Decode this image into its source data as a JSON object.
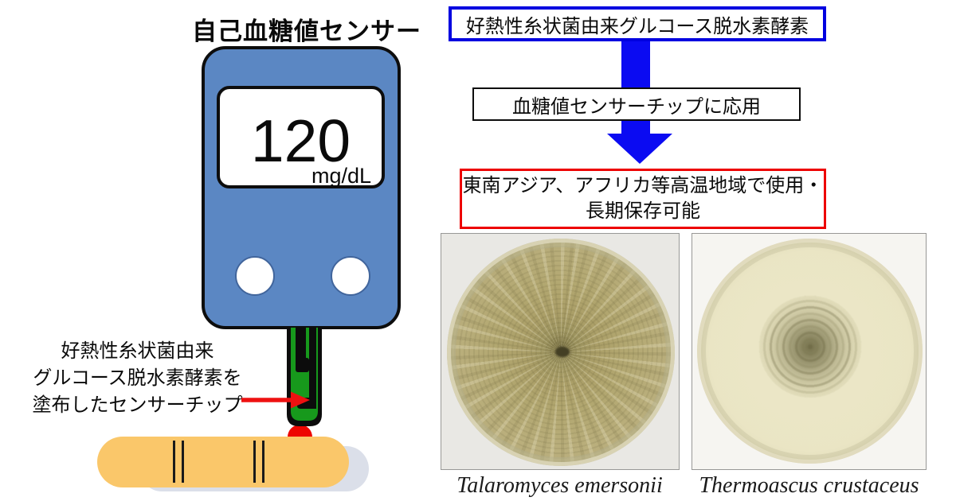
{
  "left_panel": {
    "title": "自己血糖値センサー",
    "meter": {
      "reading": "120",
      "unit": "mg/dL"
    },
    "chip_label": {
      "line1": "好熱性糸状菌由来",
      "line2": "グルコース脱水素酵素を",
      "line3": "塗布したセンサーチップ"
    }
  },
  "flow": {
    "box_enzyme": {
      "label": "好熱性糸状菌由来グルコース脱水素酵素"
    },
    "box_apply": {
      "label": "血糖値センサーチップに応用"
    },
    "box_benefit": {
      "line1": "東南アジア、アフリカ等高温地域で使用・",
      "line2": "長期保存可能"
    }
  },
  "photos": {
    "left": {
      "caption": "Talaromyces emersonii"
    },
    "right": {
      "caption": "Thermoascus crustaceus"
    }
  },
  "colors": {
    "device_blue": "#5b87c3",
    "flow_arrow_blue": "#0b0bf2",
    "enzyme_box_border_blue": "#0000e0",
    "benefit_box_border_red": "#ed0000",
    "chip_green": "#17991c",
    "finger_skin": "#fac76a",
    "blood_red": "#ee0600",
    "agar_tan": "#b2a770"
  },
  "icons": {
    "flow_arrow": "down-arrow",
    "pointer_arrow": "right-arrow"
  }
}
